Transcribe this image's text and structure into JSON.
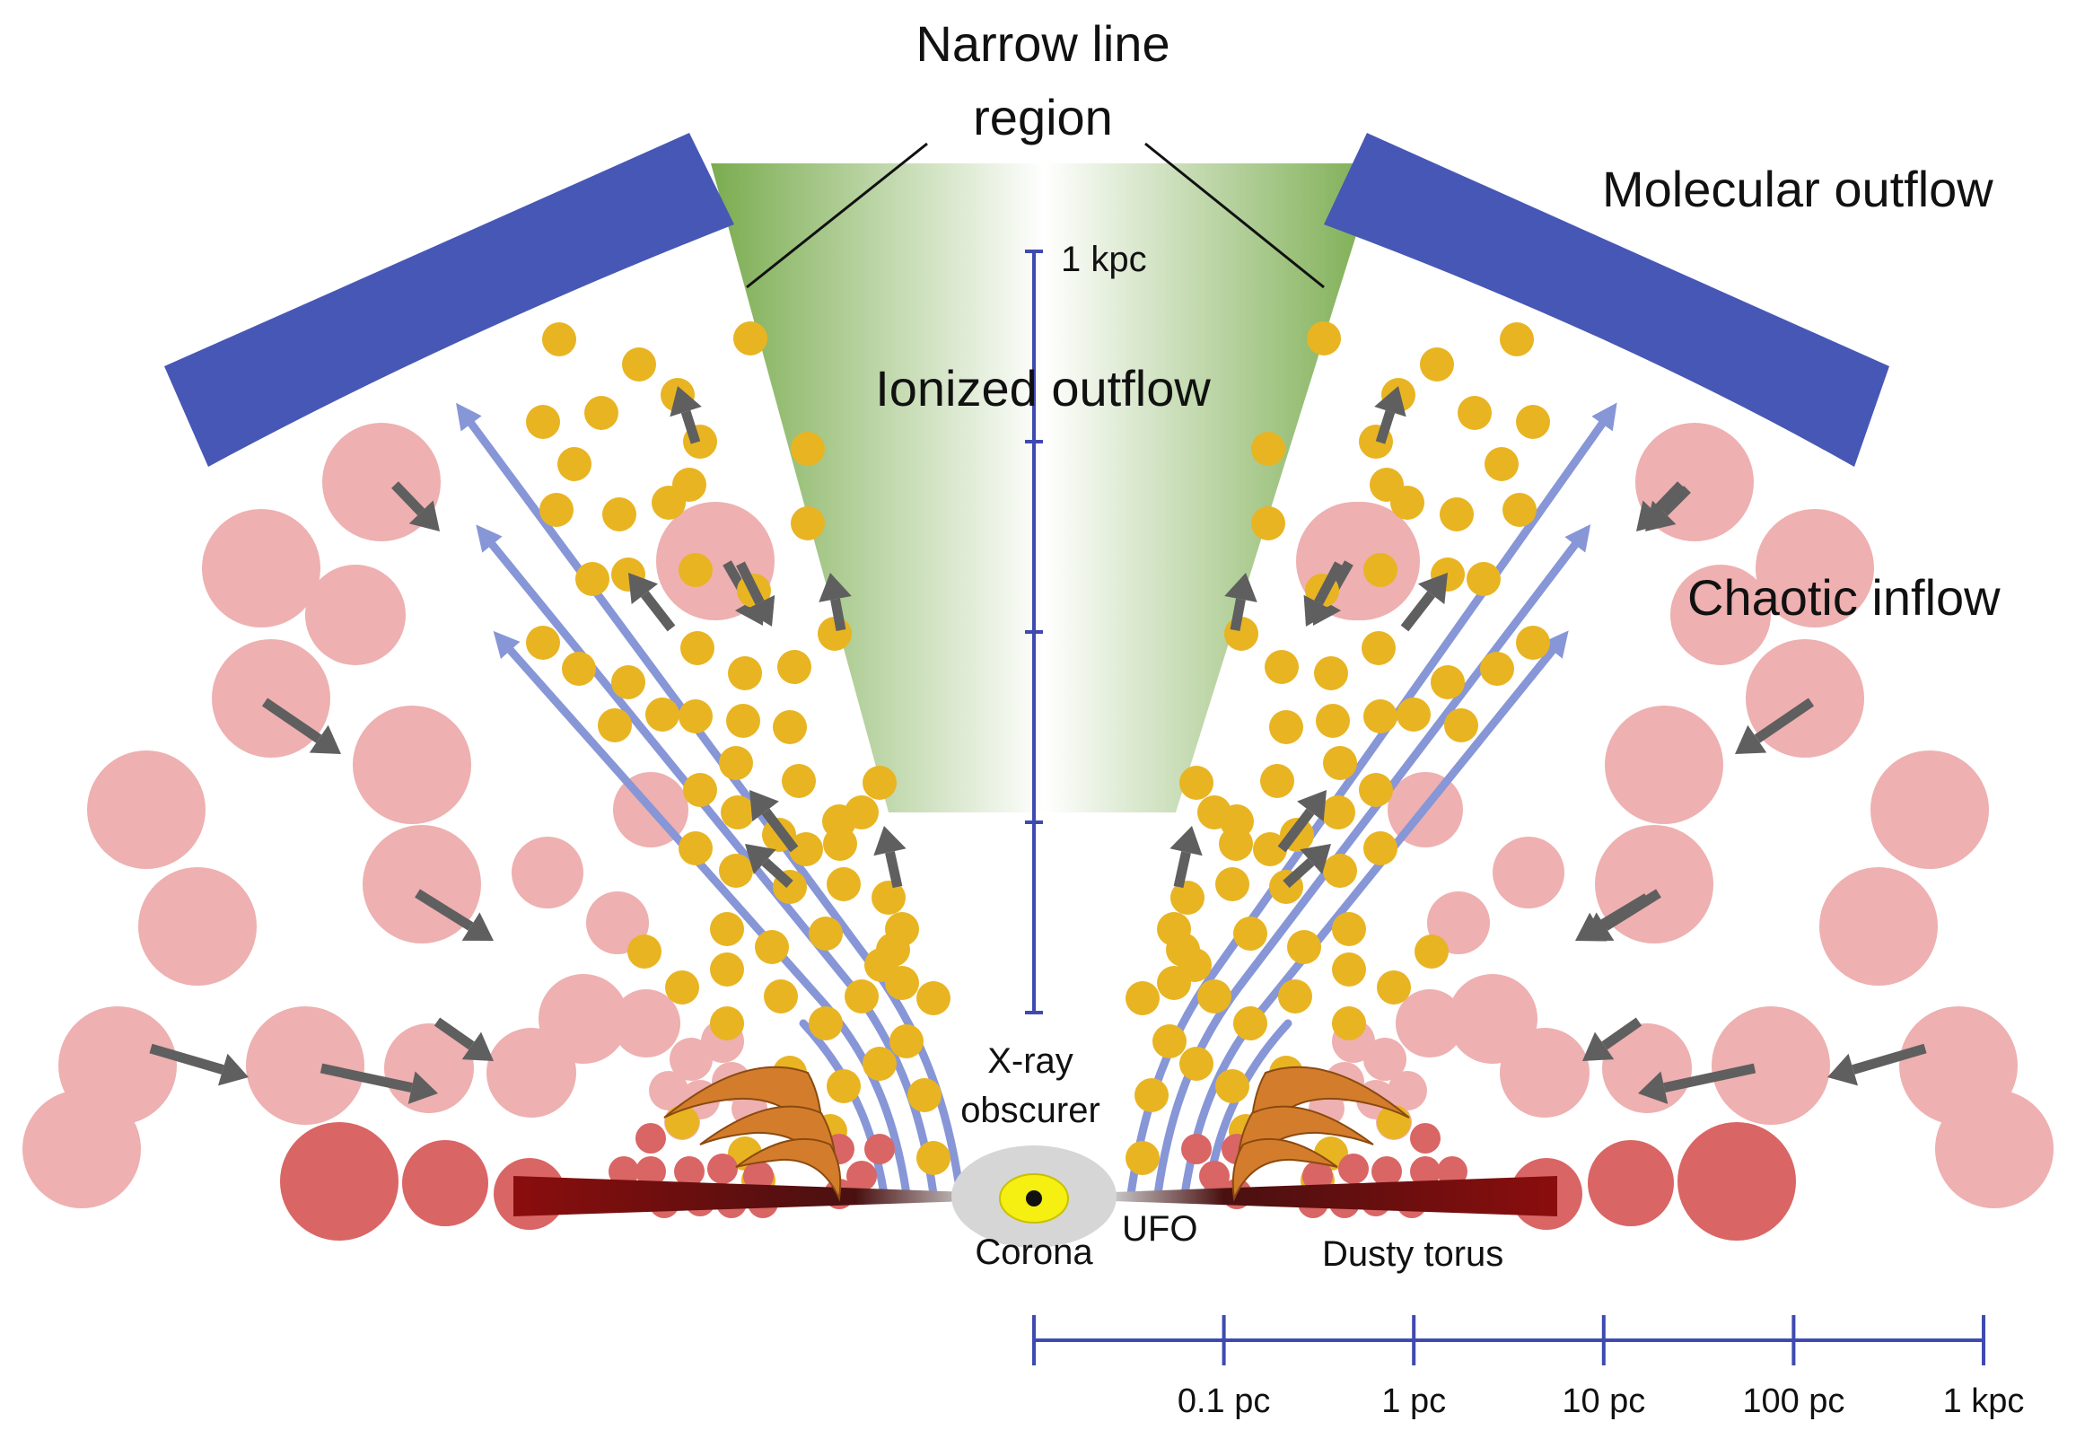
{
  "labels": {
    "narrow_line_1": "Narrow line",
    "narrow_line_2": "region",
    "molecular_outflow": "Molecular outflow",
    "ionized_outflow": "Ionized outflow",
    "chaotic_inflow": "Chaotic inflow",
    "xray_1": "X-ray",
    "xray_2": "obscurer",
    "corona": "Corona",
    "ufo": "UFO",
    "dusty_torus": "Dusty torus"
  },
  "vertical_scale": {
    "top_label": "1 kpc",
    "tick_count": 5
  },
  "horizontal_scale": {
    "ticks": [
      "0.1 pc",
      "1 pc",
      "10 pc",
      "100 pc",
      "1 kpc"
    ]
  },
  "colors": {
    "molecular": "#4757b5",
    "ionized_green": "#82b25a",
    "gold": "#e8b422",
    "pink": "#eeb0b0",
    "red": "#d96565",
    "arrow_grey": "#5f5f5f",
    "ufo_lines": "#8796d6",
    "scale_blue": "#3f4ab0",
    "torus": "#7a1212",
    "shell_orange": "#d37d2c",
    "corona_yellow": "#f5ef12",
    "obscurer_grey": "#d6d6d6"
  }
}
